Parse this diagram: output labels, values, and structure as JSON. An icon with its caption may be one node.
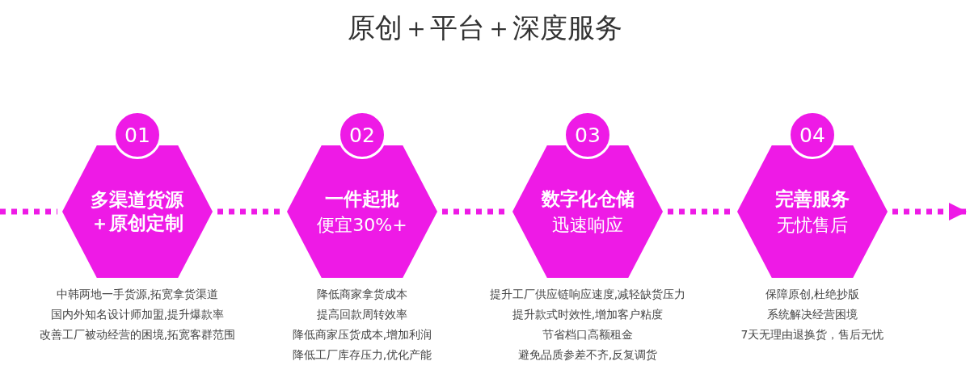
{
  "diagram": {
    "title": "原创＋平台＋深度服务",
    "nodes": [
      {
        "text": [
          "01"
        ]
      },
      {
        "text": [
          "多渠道货源＋原创定制"
        ],
        "beside": [
          "中韩两地一手货源,拓宽拿货渠道",
          "国内外知名设计师加盟,提升爆款率",
          "改善工厂被动经营的困境,拓宽客群范围"
        ]
      },
      {
        "text": [
          "02"
        ]
      },
      {
        "text": [
          "一件起批",
          "便宜30%+"
        ],
        "beside": [
          "降低商家拿货成本",
          "提高回款周转效率",
          "降低商家压货成本,增加利润",
          "降低工厂库存压力,优化产能"
        ]
      },
      {
        "text": [
          "03"
        ]
      },
      {
        "text": [
          "数字化仓储",
          "迅速响应"
        ],
        "beside": [
          "提升工厂供应链响应速度,减轻缺货压力",
          "提升款式时效性,增加客户粘度",
          "节省档口高额租金",
          "避免品质参差不齐,反复调货"
        ]
      },
      {
        "text": [
          "04"
        ]
      },
      {
        "text": [
          "完善服务",
          "无忧售后"
        ],
        "beside": [
          "保障原创,杜绝抄版",
          "系统解决经营困境",
          "7天无理由退换货，售后无忧"
        ]
      }
    ],
    "edges": [
      {
        "from": null,
        "to": 1,
        "arrow": "none",
        "style": "dashed"
      },
      {
        "from": 1,
        "to": 3,
        "arrow": "none",
        "style": "dashed"
      },
      {
        "from": 3,
        "to": 5,
        "arrow": "none",
        "style": "dashed"
      },
      {
        "from": 5,
        "to": 7,
        "arrow": "none",
        "style": "dashed"
      },
      {
        "from": 7,
        "to": null,
        "arrow": "to",
        "style": "dashed"
      }
    ]
  }
}
